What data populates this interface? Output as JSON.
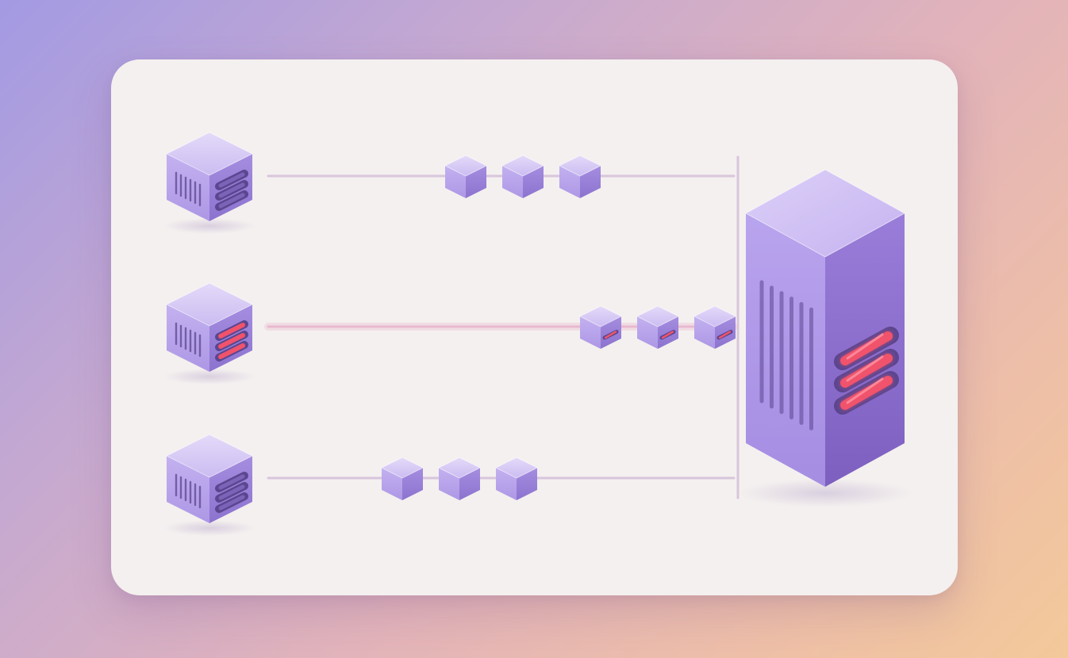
{
  "diagram": {
    "description_free": true,
    "clients": [
      {
        "id": "client-1",
        "status": "normal"
      },
      {
        "id": "client-2",
        "status": "alert"
      },
      {
        "id": "client-3",
        "status": "normal"
      }
    ],
    "streams": [
      {
        "from": "client-1",
        "packets": 3,
        "packet_status": "normal"
      },
      {
        "from": "client-2",
        "packets": 3,
        "packet_status": "alert"
      },
      {
        "from": "client-3",
        "packets": 3,
        "packet_status": "normal"
      }
    ],
    "server": {
      "status": "alert",
      "indicator_slots": 3
    },
    "colors": {
      "cube_top": "#d6c9f5",
      "cube_left": "#b9a4ea",
      "cube_right": "#9b82da",
      "slot_dark": "#5b4690",
      "slot_alert": "#f0536b",
      "line_normal": "#d8c6dc",
      "line_alert": "#e8b9cf",
      "card_bg": "#f4f0ef"
    }
  }
}
